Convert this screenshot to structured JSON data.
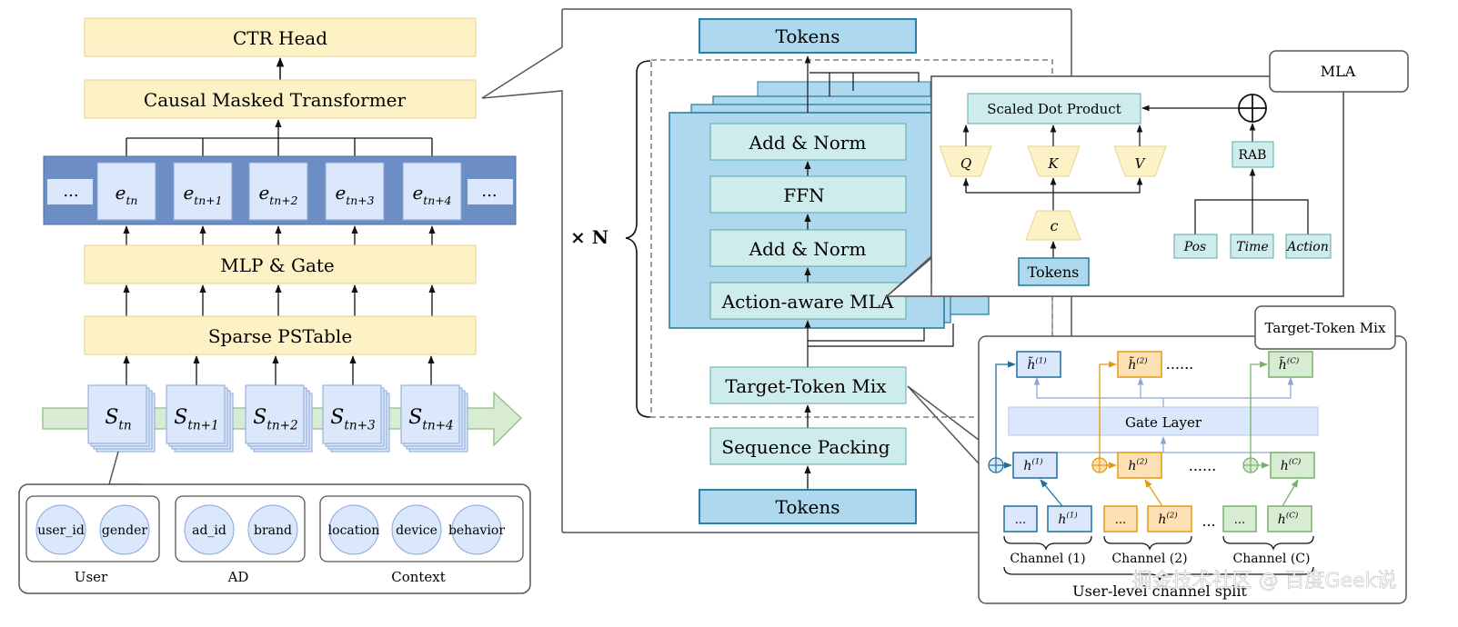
{
  "left": {
    "ctr_head": "CTR Head",
    "causal": "Causal Masked Transformer",
    "mlp_gate": "MLP & Gate",
    "pstable": "Sparse PSTable",
    "ellipsis": "...",
    "embeddings": [
      "e",
      "e",
      "e",
      "e",
      "e"
    ],
    "embedding_subs": [
      "tn",
      "tn+1",
      "tn+2",
      "tn+3",
      "tn+4"
    ],
    "samples": [
      "S",
      "S",
      "S",
      "S",
      "S"
    ],
    "sample_subs": [
      "tn",
      "tn+1",
      "tn+2",
      "tn+3",
      "tn+4"
    ],
    "groups": [
      {
        "label": "User",
        "items": [
          "user_id",
          "gender"
        ]
      },
      {
        "label": "AD",
        "items": [
          "ad_id",
          "brand"
        ]
      },
      {
        "label": "Context",
        "items": [
          "location",
          "device",
          "behavior"
        ]
      }
    ]
  },
  "middle": {
    "tokens_top": "Tokens",
    "tokens_bottom": "Tokens",
    "times_n": "× N",
    "add_norm_1": "Add & Norm",
    "ffn": "FFN",
    "add_norm_2": "Add & Norm",
    "mla_block": "Action-aware MLA",
    "ttm_block": "Target-Token Mix",
    "seq_pack": "Sequence Packing"
  },
  "mla": {
    "title": "MLA",
    "sdp": "Scaled Dot Product",
    "q": "Q",
    "k": "K",
    "v": "V",
    "c": "c",
    "tokens": "Tokens",
    "rab": "RAB",
    "pos": "Pos",
    "time": "Time",
    "action": "Action"
  },
  "ttm": {
    "title": "Target-Token Mix",
    "gate": "Gate Layer",
    "out_labels": [
      "h̃",
      "h̃",
      "h̃"
    ],
    "out_sups": [
      "(1)",
      "(2)",
      "(C)"
    ],
    "mid_labels": [
      "h",
      "h",
      "h"
    ],
    "mid_sups": [
      "(1)",
      "(2)",
      "(C)"
    ],
    "ellipsis_wide": "......",
    "small_ellipsis": "...",
    "channels": [
      "Channel (1)",
      "Channel (2)",
      "Channel (C)"
    ],
    "split_label": "User-level channel split"
  },
  "watermark": "掘金技术社区 @ 百度Geek说",
  "colors": {
    "yellow_fill": "#fdf2c6",
    "yellow_stroke": "#e6d38c",
    "navy": "#6d8ec4",
    "light_blue": "#dbe7fb",
    "teal_fill": "#cdeceb",
    "teal_stroke": "#5aa9a6",
    "sky_fill": "#add8ee",
    "sky_stroke": "#2d7fa4",
    "green_fill": "#d8ecd4",
    "green_stroke": "#8fbf84",
    "orange_fill": "#fde0b3",
    "orange_stroke": "#e6a020",
    "ch_blue": "#1f6f9f",
    "ch_orange": "#e39a12",
    "ch_green": "#79b06b"
  }
}
